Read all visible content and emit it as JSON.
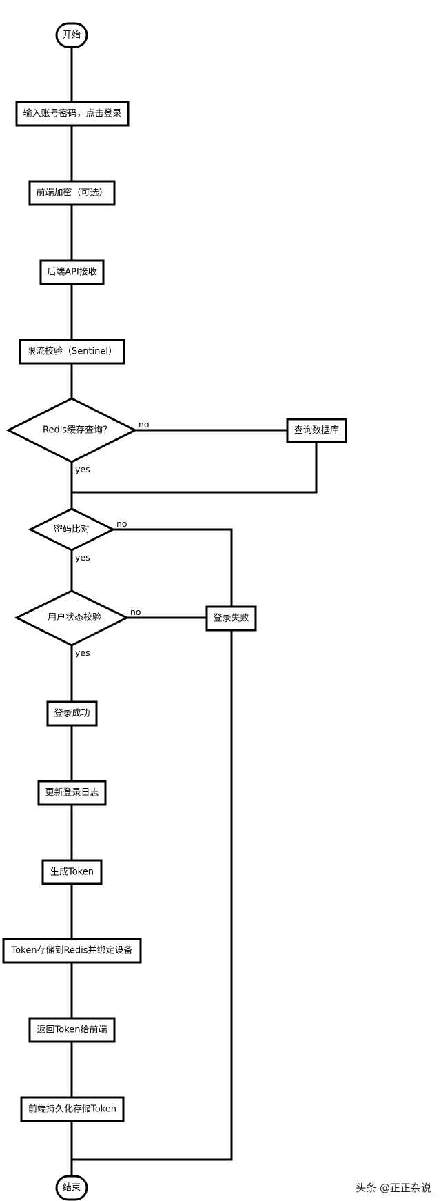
{
  "nodes": {
    "start": "开始",
    "input": "输入账号密码，点击登录",
    "encrypt": "前端加密（可选）",
    "api": "后端API接收",
    "ratelimit": "限流校验（Sentinel）",
    "redis_query": "Redis缓存查询?",
    "db_query": "查询数据库",
    "pwd_compare": "密码比对",
    "status_check": "用户状态校验",
    "fail": "登录失败",
    "success": "登录成功",
    "update_log": "更新登录日志",
    "gen_token": "生成Token",
    "store_token": "Token存储到Redis并绑定设备",
    "return_token": "返回Token给前端",
    "persist": "前端持久化存储Token",
    "end": "结束"
  },
  "edges": {
    "redis_no": "no",
    "redis_yes": "yes",
    "pwd_no": "no",
    "pwd_yes": "yes",
    "status_no": "no",
    "status_yes": "yes"
  },
  "watermark": "头条 @正正杂说"
}
